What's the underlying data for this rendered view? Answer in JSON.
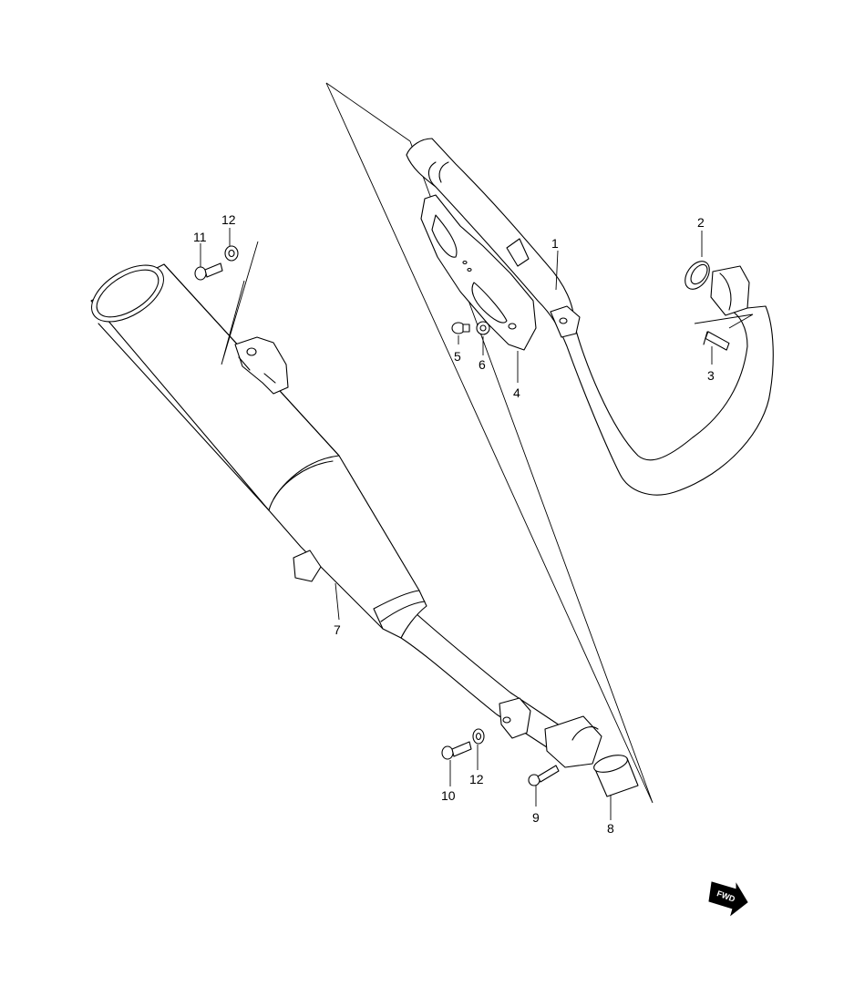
{
  "diagram": {
    "callouts": [
      {
        "id": "c1",
        "text": "1"
      },
      {
        "id": "c2",
        "text": "2"
      },
      {
        "id": "c3",
        "text": "3"
      },
      {
        "id": "c4",
        "text": "4"
      },
      {
        "id": "c5",
        "text": "5"
      },
      {
        "id": "c6",
        "text": "6"
      },
      {
        "id": "c7",
        "text": "7"
      },
      {
        "id": "c8",
        "text": "8"
      },
      {
        "id": "c9",
        "text": "9"
      },
      {
        "id": "c10",
        "text": "10"
      },
      {
        "id": "c11",
        "text": "11"
      },
      {
        "id": "c12a",
        "text": "12"
      },
      {
        "id": "c12b",
        "text": "12"
      }
    ],
    "fwd_badge": {
      "text": "FWD",
      "icon": "forward-arrow-icon"
    }
  }
}
